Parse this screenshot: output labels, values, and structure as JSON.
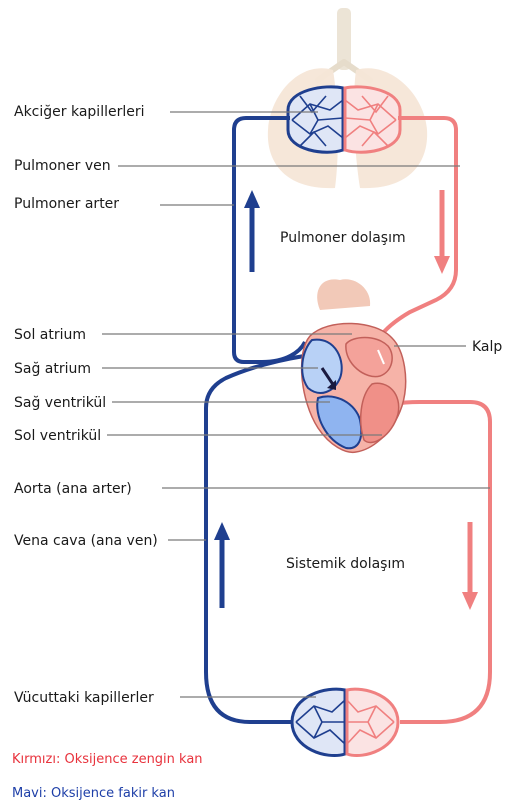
{
  "labels": {
    "lung_capillaries": "Akciğer kapillerleri",
    "pulmonary_vein": "Pulmoner ven",
    "pulmonary_artery": "Pulmoner arter",
    "pulmonary_circulation": "Pulmoner dolaşım",
    "left_atrium": "Sol atrium",
    "right_atrium": "Sağ atrium",
    "heart": "Kalp",
    "right_ventricle": "Sağ ventrikül",
    "left_ventricle": "Sol ventrikül",
    "aorta": "Aorta (ana arter)",
    "vena_cava": "Vena cava (ana ven)",
    "systemic_circulation": "Sistemik dolaşım",
    "body_capillaries": "Vücuttaki kapillerler"
  },
  "legend": {
    "red": "Kırmızı: Oksijence zengin kan",
    "blue": "Mavi: Oksijence fakir kan"
  },
  "colors": {
    "oxygen_rich": "#f08080",
    "oxygen_poor": "#1f3f8f",
    "legend_red": "#e8323c",
    "legend_blue": "#1e3fa8"
  }
}
